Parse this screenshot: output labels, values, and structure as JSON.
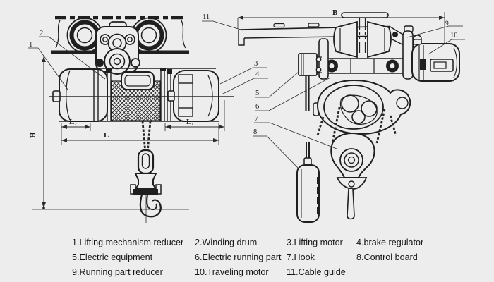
{
  "title": "Electric wire rope hoist parts diagram",
  "colors": {
    "background": "#ededee",
    "ink": "#1f1f1f"
  },
  "front_view": {
    "callout_1": "1",
    "callout_2": "2",
    "callout_3": "3",
    "callout_4": "4",
    "dim_H": "H",
    "dim_L": "L",
    "dim_L1": "L₁",
    "dim_L2": "L₂"
  },
  "side_view": {
    "dim_B": "B",
    "callout_5": "5",
    "callout_6": "6",
    "callout_7": "7",
    "callout_8": "8",
    "callout_9": "9",
    "callout_10": "10",
    "callout_11": "11"
  },
  "legend": {
    "items": [
      "1.Lifting mechanism reducer",
      "2.Winding drum",
      "3.Lifting motor",
      "4.brake regulator",
      "5.Electric equipment",
      "6.Electric running part",
      "7.Hook",
      "8.Control board",
      "9.Running part reducer",
      "10.Traveling motor",
      "11.Cable guide"
    ]
  }
}
